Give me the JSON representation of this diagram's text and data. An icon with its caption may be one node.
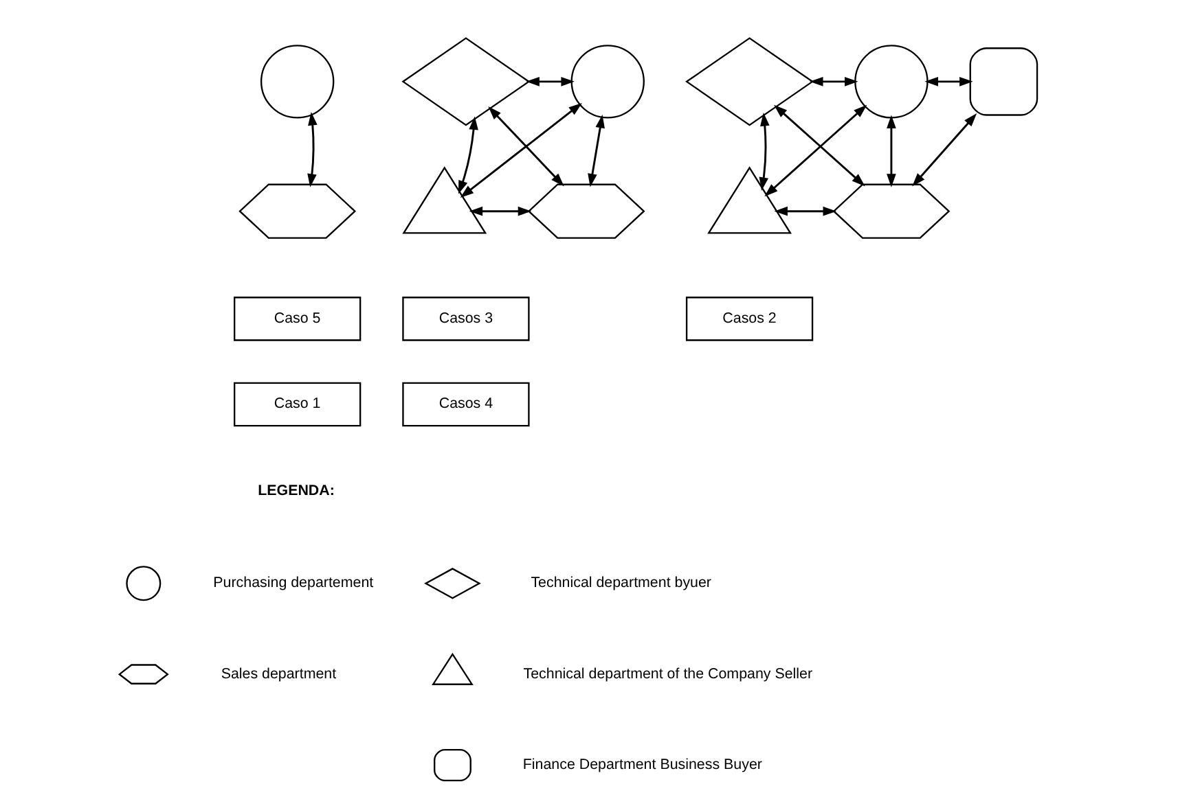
{
  "diagram": {
    "nodes": [
      {
        "text": [],
        "shape": "circle"
      },
      {
        "text": [],
        "shape": "hexagon"
      },
      {
        "text": [
          "Caso 5"
        ]
      },
      {
        "text": [
          "Caso 1"
        ]
      },
      {
        "text": [],
        "shape": "diamond"
      },
      {
        "text": [],
        "shape": "circle"
      },
      {
        "text": [],
        "shape": "triangle"
      },
      {
        "text": [],
        "shape": "hexagon"
      },
      {
        "text": [
          "Casos 3"
        ]
      },
      {
        "text": [
          "Casos 4"
        ]
      },
      {
        "text": [],
        "shape": "diamond"
      },
      {
        "text": [],
        "shape": "circle"
      },
      {
        "text": [],
        "shape": "box"
      },
      {
        "text": [],
        "shape": "triangle"
      },
      {
        "text": [],
        "shape": "hexagon"
      },
      {
        "text": [
          "Casos 2"
        ]
      },
      {
        "text": [],
        "shape": "circle"
      },
      {
        "text": [],
        "shape": "hexagon"
      },
      {
        "text": [],
        "shape": "diamond"
      },
      {
        "text": [],
        "shape": "triangle"
      },
      {
        "text": [],
        "shape": "box"
      }
    ],
    "edges": [
      {
        "from": 0,
        "to": 1,
        "arrow": "both"
      },
      {
        "from": 4,
        "to": 5,
        "arrow": "both"
      },
      {
        "from": 4,
        "to": 6,
        "arrow": "both"
      },
      {
        "from": 4,
        "to": 7,
        "arrow": "both"
      },
      {
        "from": 6,
        "to": 5,
        "arrow": "both"
      },
      {
        "from": 5,
        "to": 7,
        "arrow": "both"
      },
      {
        "from": 6,
        "to": 7,
        "arrow": "both"
      },
      {
        "from": 10,
        "to": 11,
        "arrow": "both"
      },
      {
        "from": 11,
        "to": 12,
        "arrow": "both"
      },
      {
        "from": 10,
        "to": 13,
        "arrow": "both"
      },
      {
        "from": 10,
        "to": 14,
        "arrow": "both"
      },
      {
        "from": 13,
        "to": 11,
        "arrow": "both"
      },
      {
        "from": 11,
        "to": 14,
        "arrow": "both"
      },
      {
        "from": 14,
        "to": 12,
        "arrow": "both"
      },
      {
        "from": 13,
        "to": 14,
        "arrow": "both"
      }
    ],
    "labels": [
      "LEGENDA:"
    ],
    "legend": [
      {
        "text": "Purchasing departement"
      },
      {
        "text": "Sales department"
      },
      {
        "text": "Technical department byuer"
      },
      {
        "text": "Technical department of the Company Seller"
      },
      {
        "text": "Finance Department Business Buyer"
      }
    ]
  }
}
